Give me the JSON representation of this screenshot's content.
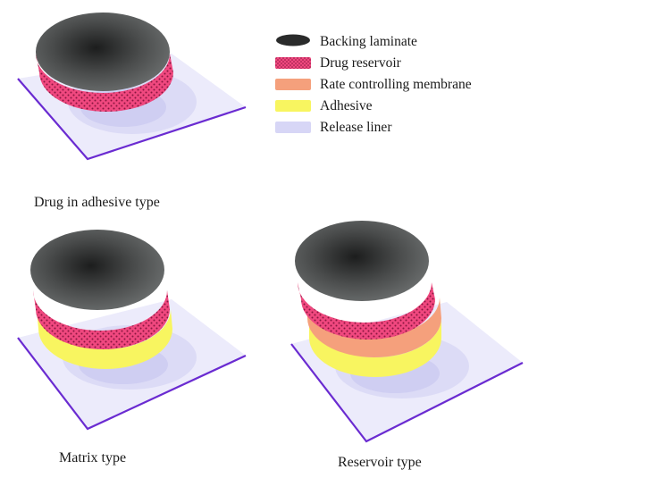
{
  "colors": {
    "backing_laminate": "#5b5e5e",
    "backing_laminate_dark": "#2f3131",
    "drug_reservoir": "#f0487f",
    "drug_reservoir_dots": "#8a1640",
    "rate_controlling_membrane": "#f5a07c",
    "adhesive": "#f8f560",
    "release_liner": "#ecebfb",
    "release_liner_shadow": "#d4d3f3",
    "release_liner_edge": "#6a2bd1"
  },
  "legend": {
    "items": [
      {
        "key": "backing_laminate",
        "label": "Backing laminate"
      },
      {
        "key": "drug_reservoir",
        "label": "Drug reservoir"
      },
      {
        "key": "rate_controlling_membrane",
        "label": "Rate controlling membrane"
      },
      {
        "key": "adhesive",
        "label": "Adhesive"
      },
      {
        "key": "release_liner",
        "label": "Release liner"
      }
    ]
  },
  "patches": [
    {
      "id": "drug-in-adhesive",
      "caption": "Drug in adhesive type",
      "layers": [
        "backing_laminate",
        "drug_reservoir"
      ]
    },
    {
      "id": "matrix",
      "caption": "Matrix type",
      "layers": [
        "backing_laminate",
        "drug_reservoir",
        "adhesive"
      ]
    },
    {
      "id": "reservoir",
      "caption": "Reservoir type",
      "layers": [
        "backing_laminate",
        "drug_reservoir",
        "rate_controlling_membrane",
        "adhesive"
      ]
    }
  ]
}
